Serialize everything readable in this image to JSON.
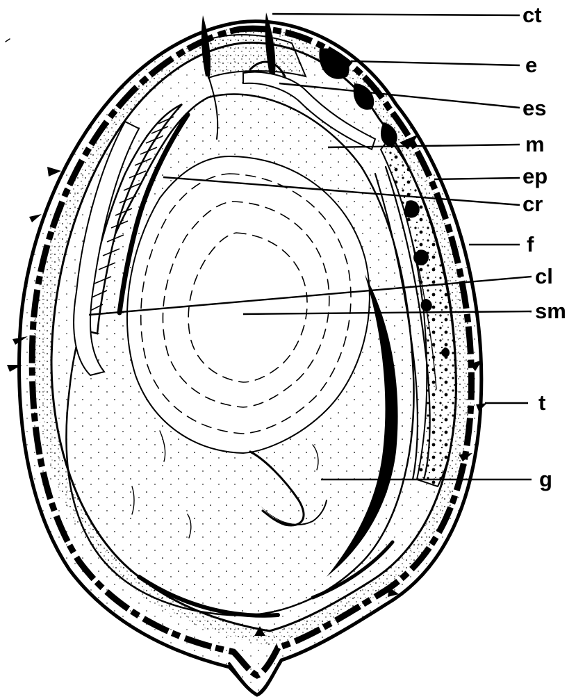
{
  "figure": {
    "labels": [
      {
        "key": "ct",
        "text": "ct"
      },
      {
        "key": "e",
        "text": "e"
      },
      {
        "key": "es",
        "text": "es"
      },
      {
        "key": "m",
        "text": "m"
      },
      {
        "key": "ep",
        "text": "ep"
      },
      {
        "key": "cr",
        "text": "cr"
      },
      {
        "key": "f",
        "text": "f"
      },
      {
        "key": "cl",
        "text": "cl"
      },
      {
        "key": "sm",
        "text": "sm"
      },
      {
        "key": "t",
        "text": "t"
      },
      {
        "key": "g",
        "text": "g"
      }
    ]
  }
}
